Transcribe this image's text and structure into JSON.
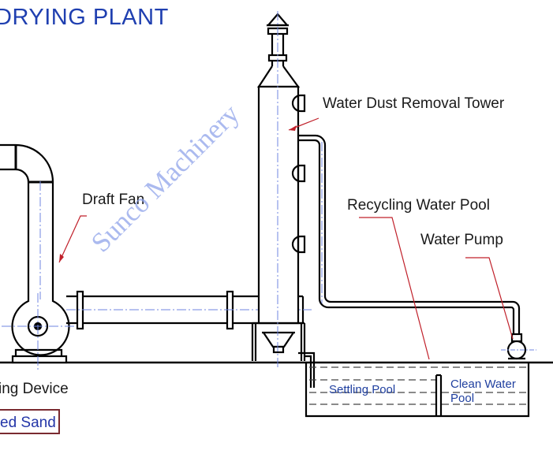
{
  "diagram": {
    "title": "DRYING PLANT",
    "labels": {
      "tower": "Water Dust Removal Tower",
      "fan": "Draft Fan",
      "recycling_pool": "Recycling Water Pool",
      "pump": "Water Pump",
      "drying_device": "ing Device",
      "sand": "ed Sand"
    },
    "pools": {
      "settling": "Settling Pool",
      "clean_line1": "Clean Water",
      "clean_line2": "Pool"
    },
    "watermark": "Sunco Machinery",
    "colors": {
      "title": "#1f3fb0",
      "leader": "#c0202a",
      "pool_text": "#1f3f9f",
      "watermark": "#8fa3ea",
      "line": "#000000",
      "centerline": "#6f86e0"
    }
  }
}
